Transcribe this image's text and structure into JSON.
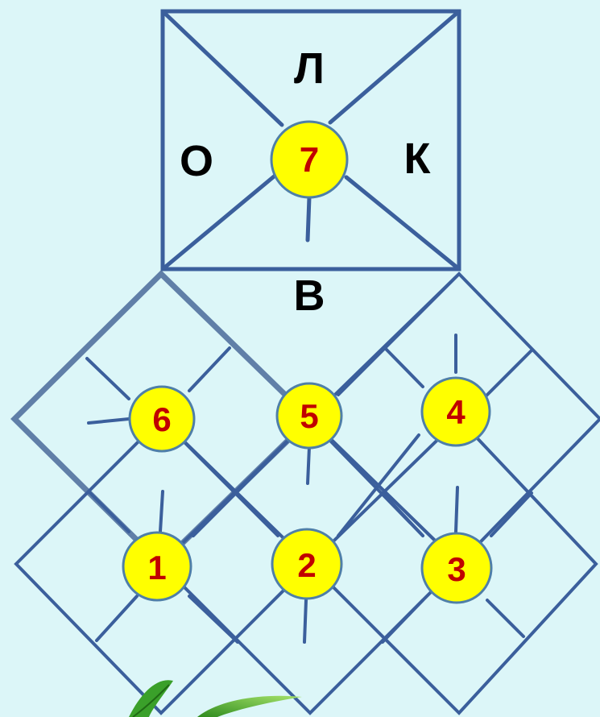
{
  "colors": {
    "background": "#dcf6f8",
    "line": "#3b5f9c",
    "circle_fill": "#ffff00",
    "circle_stroke": "#4f7fa8",
    "number": "#c00000",
    "letter": "#000000",
    "leaf_dark": "#2e8b1e",
    "leaf_light": "#8fd14f"
  },
  "letters": {
    "top": "Л",
    "left": "О",
    "right": "К",
    "bottom": "В"
  },
  "nodes": [
    {
      "id": "n7",
      "label": "7"
    },
    {
      "id": "n6",
      "label": "6"
    },
    {
      "id": "n5",
      "label": "5"
    },
    {
      "id": "n4",
      "label": "4"
    },
    {
      "id": "n1",
      "label": "1"
    },
    {
      "id": "n2",
      "label": "2"
    },
    {
      "id": "n3",
      "label": "3"
    }
  ],
  "decorations": {
    "bottom_left": "leaf-icon"
  }
}
